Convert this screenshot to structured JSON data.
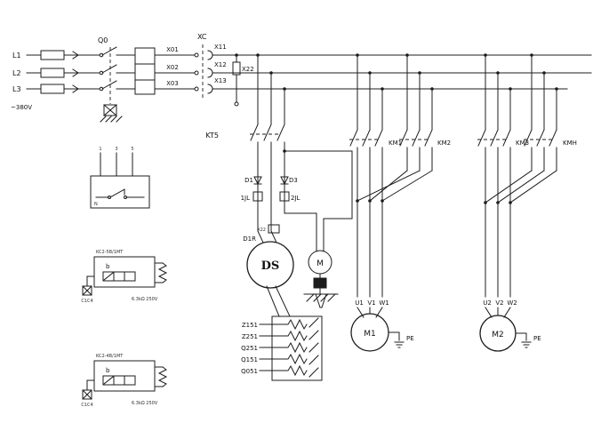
{
  "power": {
    "phases": [
      "L1",
      "L2",
      "L3"
    ],
    "voltage": "~380V",
    "breaker": "Q0",
    "connector": "XC",
    "terminals_left": [
      "X01",
      "X02",
      "X03"
    ],
    "terminals_right": [
      "X11",
      "X12",
      "X13"
    ],
    "control_fuse": "X22"
  },
  "control": {
    "timer": "KT5",
    "diode1": "D1",
    "diode2": "D3",
    "relay1": "1JL",
    "relay2": "2JL",
    "rectifier": "D1R",
    "plug": "X22",
    "spindle_motor": "DS",
    "fan_motor": "M"
  },
  "terminal_strip": [
    "Z151",
    "Z251",
    "Q251",
    "Q151",
    "Q051"
  ],
  "motor1": {
    "contactor_a": "KM1",
    "contactor_b": "KM2",
    "terminals": [
      "U1",
      "V1",
      "W1"
    ],
    "label": "M1",
    "pe": "PE"
  },
  "motor2": {
    "contactor_a": "KM3",
    "contactor_b": "KMH",
    "terminals": [
      "U2",
      "V2",
      "W2"
    ],
    "label": "M2",
    "pe": "PE"
  },
  "comp1": {
    "pins": [
      "1",
      "3",
      "5"
    ],
    "note": "N"
  },
  "comp2": {
    "title": "KC2-5B/1MT",
    "inner": "b",
    "aux": "C1C4",
    "rating": "6.3kΩ 250V"
  },
  "comp3": {
    "title": "KC2-4B/1MT",
    "inner": "b",
    "aux": "C1C4",
    "rating": "6.3kΩ 250V"
  }
}
